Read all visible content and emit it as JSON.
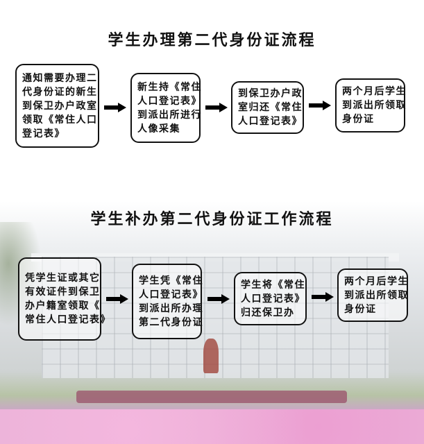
{
  "top": {
    "title": "学生办理第二代身份证流程",
    "steps": [
      {
        "lines": [
          "通知需要办理二",
          "代身份证的新生",
          "到保卫办户政室",
          "领取《常住人口",
          "登记表》"
        ]
      },
      {
        "lines": [
          "新生持《常住",
          "人口登记表》",
          "到派出所进行",
          "人像采集"
        ]
      },
      {
        "lines": [
          "到保卫办户政",
          "室归还《常住",
          "人口登记表》"
        ]
      },
      {
        "lines": [
          "两个月后学生",
          "到派出所领取",
          "身份证"
        ]
      }
    ]
  },
  "bottom": {
    "title": "学生补办第二代身份证工作流程",
    "steps": [
      {
        "lines": [
          "凭学生证或其它",
          "有效证件到保卫",
          "办户籍室领取《",
          "常住人口登记表》"
        ]
      },
      {
        "lines": [
          "学生凭《常住",
          "人口登记表》",
          "到派出所办理",
          "第二代身份证"
        ]
      },
      {
        "lines": [
          "学生将《常住",
          "人口登记表》",
          "归还保卫办"
        ]
      },
      {
        "lines": [
          "两个月后学生",
          "到派出所领取",
          "身份证"
        ]
      }
    ]
  }
}
